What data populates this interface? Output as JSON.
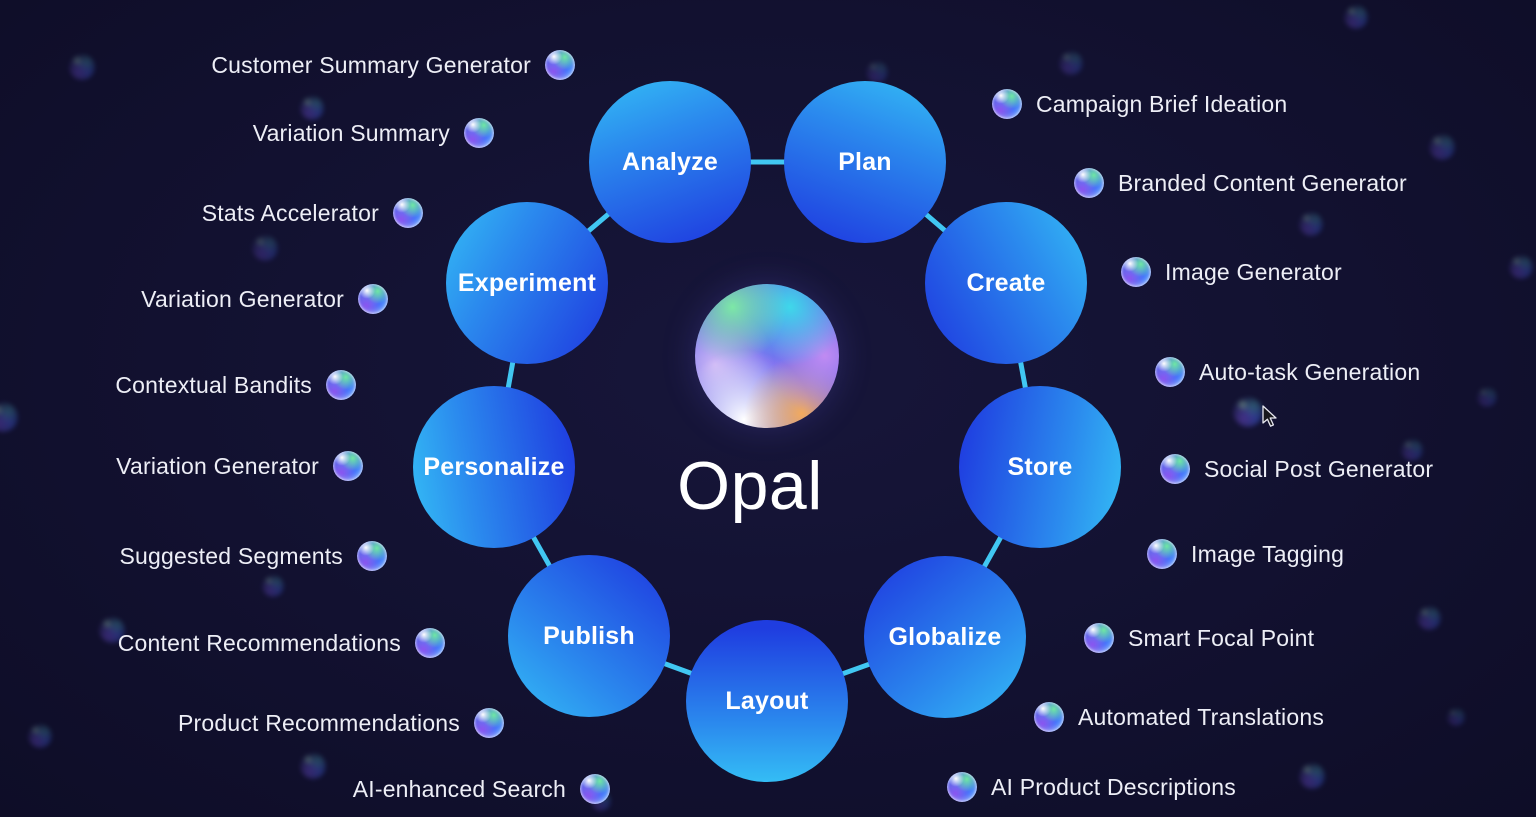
{
  "app": {
    "title": "Opal capability wheel"
  },
  "center": {
    "label": "Opal",
    "orb_icon": "opal-gradient-orb"
  },
  "ring": {
    "nodes": [
      {
        "label": "Analyze"
      },
      {
        "label": "Plan"
      },
      {
        "label": "Create"
      },
      {
        "label": "Store"
      },
      {
        "label": "Globalize"
      },
      {
        "label": "Layout"
      },
      {
        "label": "Publish"
      },
      {
        "label": "Personalize"
      },
      {
        "label": "Experiment"
      }
    ]
  },
  "left_features": [
    {
      "label": "Customer Summary Generator",
      "icon": "gradient-orb"
    },
    {
      "label": "Variation Summary",
      "icon": "gradient-orb"
    },
    {
      "label": "Stats Accelerator",
      "icon": "gradient-orb"
    },
    {
      "label": "Variation Generator",
      "icon": "gradient-orb"
    },
    {
      "label": "Contextual Bandits",
      "icon": "gradient-orb"
    },
    {
      "label": "Variation Generator",
      "icon": "gradient-orb"
    },
    {
      "label": "Suggested Segments",
      "icon": "gradient-orb"
    },
    {
      "label": "Content Recommendations",
      "icon": "gradient-orb"
    },
    {
      "label": "Product Recommendations",
      "icon": "gradient-orb"
    },
    {
      "label": "AI-enhanced Search",
      "icon": "gradient-orb"
    }
  ],
  "right_features": [
    {
      "label": "Campaign Brief Ideation",
      "icon": "gradient-orb"
    },
    {
      "label": "Branded Content Generator",
      "icon": "gradient-orb"
    },
    {
      "label": "Image Generator",
      "icon": "gradient-orb"
    },
    {
      "label": "Auto-task Generation",
      "icon": "gradient-orb"
    },
    {
      "label": "Social Post Generator",
      "icon": "gradient-orb"
    },
    {
      "label": "Image Tagging",
      "icon": "gradient-orb"
    },
    {
      "label": "Smart Focal Point",
      "icon": "gradient-orb"
    },
    {
      "label": "Automated Translations",
      "icon": "gradient-orb"
    },
    {
      "label": "AI Product Descriptions",
      "icon": "gradient-orb"
    }
  ],
  "colors": {
    "background": "#121130",
    "node_gradient_light": "#34bdf5",
    "node_gradient_dark": "#1f3de0",
    "connector": "#41c7f2",
    "text": "#edeef6"
  }
}
